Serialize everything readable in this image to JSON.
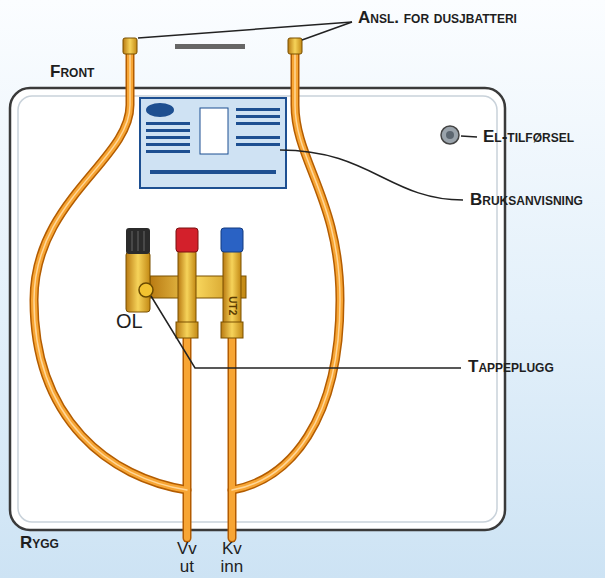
{
  "diagram": {
    "labels": [
      "Ansl. for dusjbatteri",
      "Front",
      "El-tilførsel",
      "Bruksanvisning",
      "OL",
      "UT2",
      "Tappeplugg",
      "Rygg",
      "Vv ut",
      "Kv inn"
    ]
  }
}
